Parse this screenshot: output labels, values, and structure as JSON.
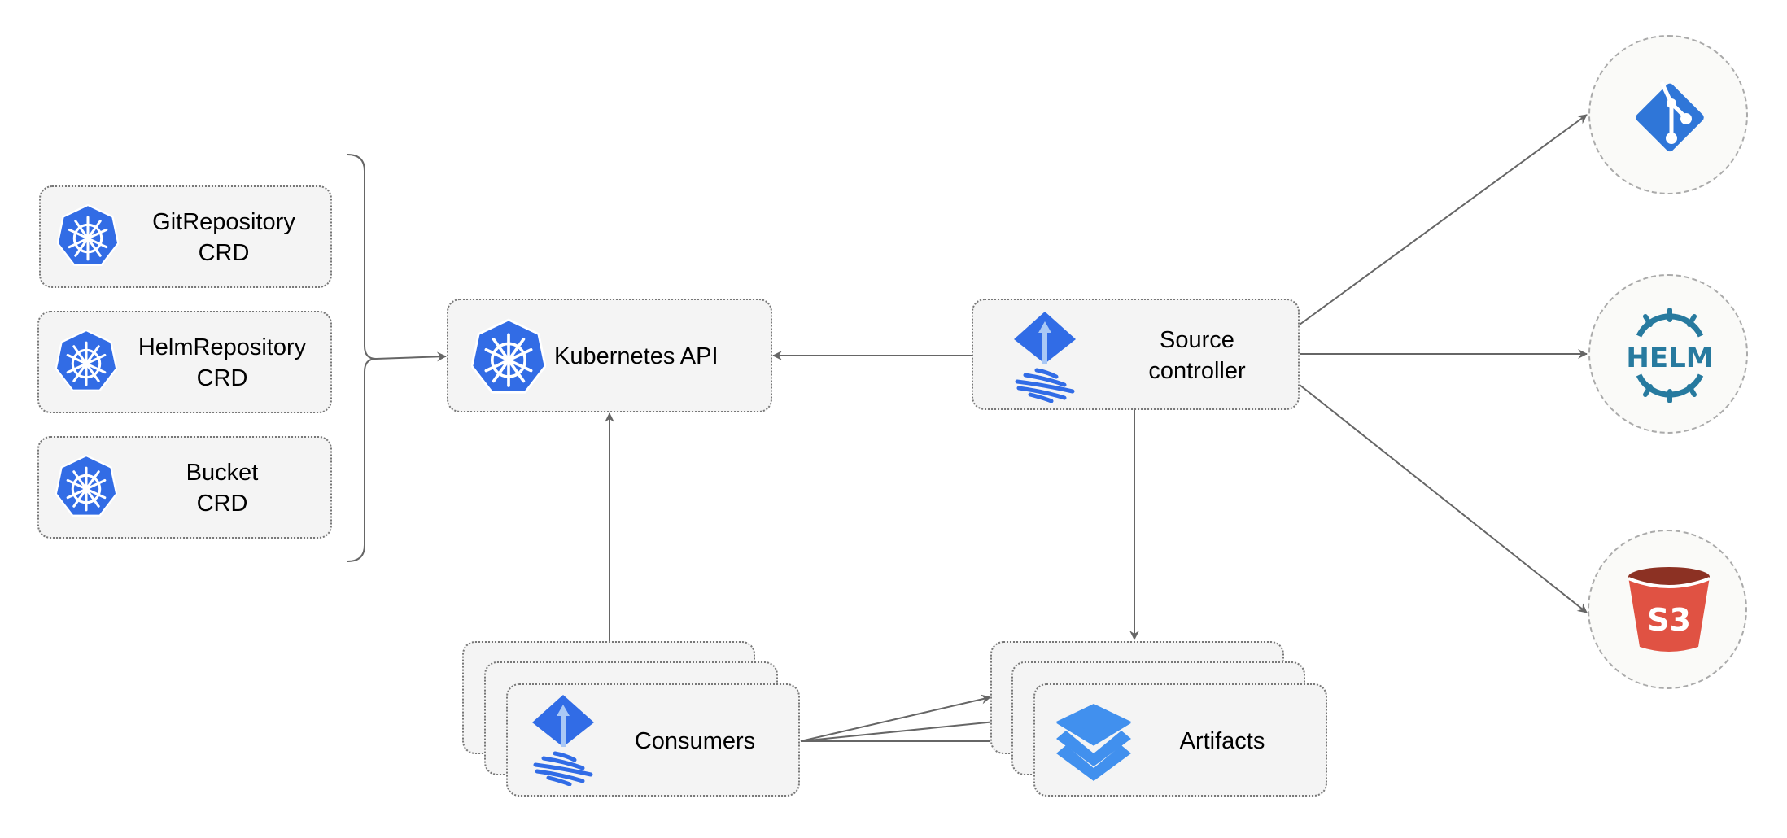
{
  "crds": [
    {
      "name": "GitRepository",
      "sub": "CRD"
    },
    {
      "name": "HelmRepository",
      "sub": "CRD"
    },
    {
      "name": "Bucket",
      "sub": "CRD"
    }
  ],
  "kubernetes_api": {
    "label": "Kubernetes API"
  },
  "source_controller": {
    "line1": "Source",
    "line2": "controller"
  },
  "consumers": {
    "label": "Consumers"
  },
  "artifacts": {
    "label": "Artifacts"
  },
  "sources": {
    "git": "git-icon",
    "helm": "HELM",
    "s3": "S3"
  },
  "colors": {
    "k8s_blue": "#326ce5",
    "flux_blue": "#316ce6",
    "artifact_blue": "#4190ee",
    "helm_blue": "#277a9f",
    "s3_red": "#e05243",
    "s3_dark": "#8c3123",
    "arrow": "#666666"
  }
}
